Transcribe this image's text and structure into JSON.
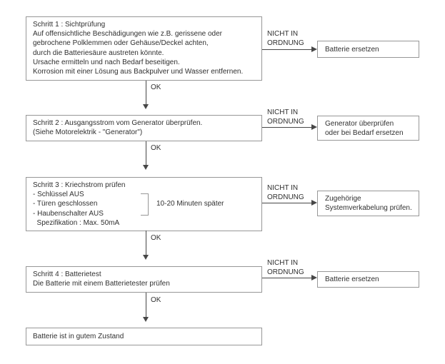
{
  "diagram": {
    "title_implied": "Batterie-Prüfablauf",
    "ok_label": "OK",
    "not_ok": [
      "NICHT IN",
      "ORDNUNG"
    ],
    "steps": [
      {
        "lines": [
          "Schritt 1 : Sichtprüfung",
          "Auf offensichtliche Beschädigungen wie z.B. gerissene oder",
          "gebrochene Polklemmen oder Gehäuse/Deckel achten,",
          "durch die Batteriesäure austreten könnte.",
          "Ursache ermitteln und nach Bedarf beseitigen.",
          "Korrosion mit einer Lösung aus Backpulver und Wasser entfernen."
        ]
      },
      {
        "lines": [
          "Schritt 2 : Ausgangsstrom vom Generator überprüfen.",
          "(Siehe Motorelektrik - \"Generator\")"
        ]
      },
      {
        "lines": [
          "Schritt 3 : Kriechstrom prüfen",
          "- Schlüssel AUS",
          "- Türen geschlossen",
          "- Haubenschalter AUS",
          "  Spezifikation : Max. 50mA"
        ],
        "note": "10-20 Minuten später"
      },
      {
        "lines": [
          "Schritt 4 : Batterietest",
          "Die Batterie mit einem Batterietester prüfen"
        ]
      }
    ],
    "fail_actions": [
      {
        "lines": [
          "Batterie ersetzen"
        ]
      },
      {
        "lines": [
          "Generator überprüfen",
          "oder bei Bedarf ersetzen"
        ]
      },
      {
        "lines": [
          "Zugehörige",
          "Systemverkabelung prüfen."
        ]
      },
      {
        "lines": [
          "Batterie ersetzen"
        ]
      }
    ],
    "result": "Batterie ist in gutem Zustand",
    "colors": {
      "background": "#ffffff",
      "border": "#979797",
      "line": "#474747",
      "text": "#303030"
    }
  }
}
